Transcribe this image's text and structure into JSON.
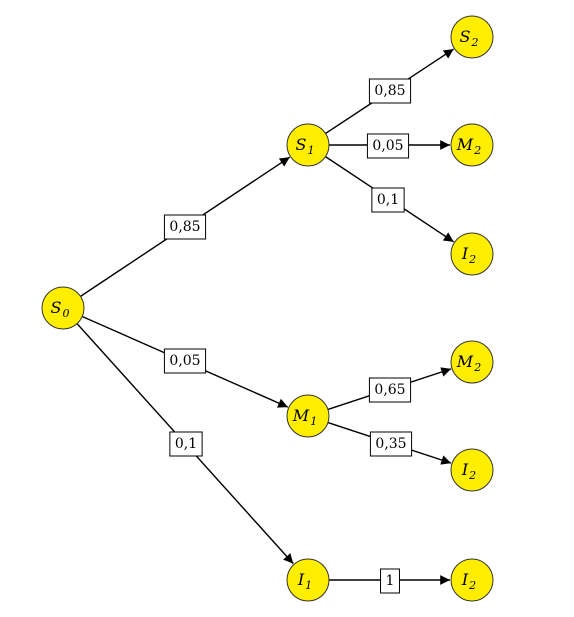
{
  "tree": {
    "nodes": [
      {
        "id": "S0",
        "base": "S",
        "sub": "0"
      },
      {
        "id": "S1",
        "base": "S",
        "sub": "1"
      },
      {
        "id": "M1",
        "base": "M",
        "sub": "1"
      },
      {
        "id": "I1",
        "base": "I",
        "sub": "1"
      },
      {
        "id": "S2",
        "base": "S",
        "sub": "2"
      },
      {
        "id": "M2a",
        "base": "M",
        "sub": "2"
      },
      {
        "id": "I2a",
        "base": "I",
        "sub": "2"
      },
      {
        "id": "M2b",
        "base": "M",
        "sub": "2"
      },
      {
        "id": "I2b",
        "base": "I",
        "sub": "2"
      },
      {
        "id": "I2c",
        "base": "I",
        "sub": "2"
      }
    ],
    "edges": [
      {
        "from": "S0",
        "to": "S1",
        "label": "0,85"
      },
      {
        "from": "S0",
        "to": "M1",
        "label": "0,05"
      },
      {
        "from": "S0",
        "to": "I1",
        "label": "0,1"
      },
      {
        "from": "S1",
        "to": "S2",
        "label": "0,85"
      },
      {
        "from": "S1",
        "to": "M2a",
        "label": "0,05"
      },
      {
        "from": "S1",
        "to": "I2a",
        "label": "0,1"
      },
      {
        "from": "M1",
        "to": "M2b",
        "label": "0,65"
      },
      {
        "from": "M1",
        "to": "I2b",
        "label": "0,35"
      },
      {
        "from": "I1",
        "to": "I2c",
        "label": "1"
      }
    ],
    "colors": {
      "node_fill": "#ffee00",
      "node_stroke": "#333333",
      "edge": "#000000"
    }
  }
}
